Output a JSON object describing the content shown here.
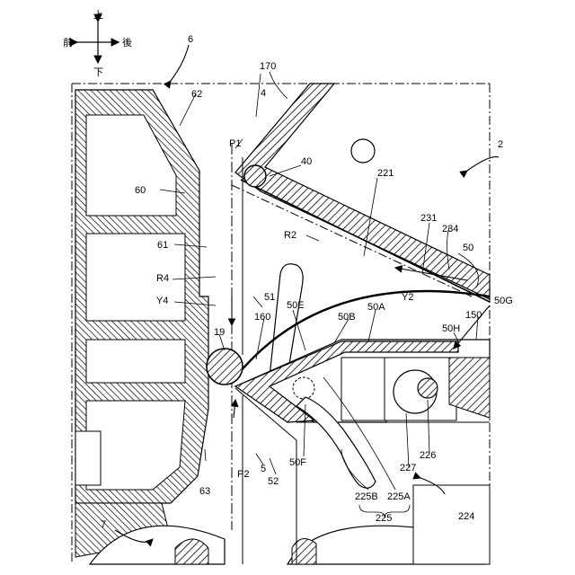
{
  "compass": {
    "up": "上",
    "down": "下",
    "front": "前",
    "back": "後"
  },
  "labels": {
    "l6": "6",
    "l2": "2",
    "l170": "170",
    "l4": "4",
    "l62": "62",
    "lP1": "P1",
    "l40": "40",
    "l221": "221",
    "l60": "60",
    "l231": "231",
    "l234": "234",
    "lR2": "R2",
    "l50": "50",
    "l61": "61",
    "lR4": "R4",
    "lY2": "Y2",
    "l50G": "50G",
    "lY4": "Y4",
    "l51": "51",
    "l50E": "50E",
    "l50A": "50A",
    "l150": "150",
    "l50B": "50B",
    "l160": "160",
    "l50H": "50H",
    "l19": "19",
    "l226": "226",
    "l227": "227",
    "l50F": "50F",
    "lP2": "P2",
    "l63": "63",
    "l5": "5",
    "l52": "52",
    "l225B": "225B",
    "l225A": "225A",
    "l225": "225",
    "l224": "224",
    "l7": "7"
  }
}
